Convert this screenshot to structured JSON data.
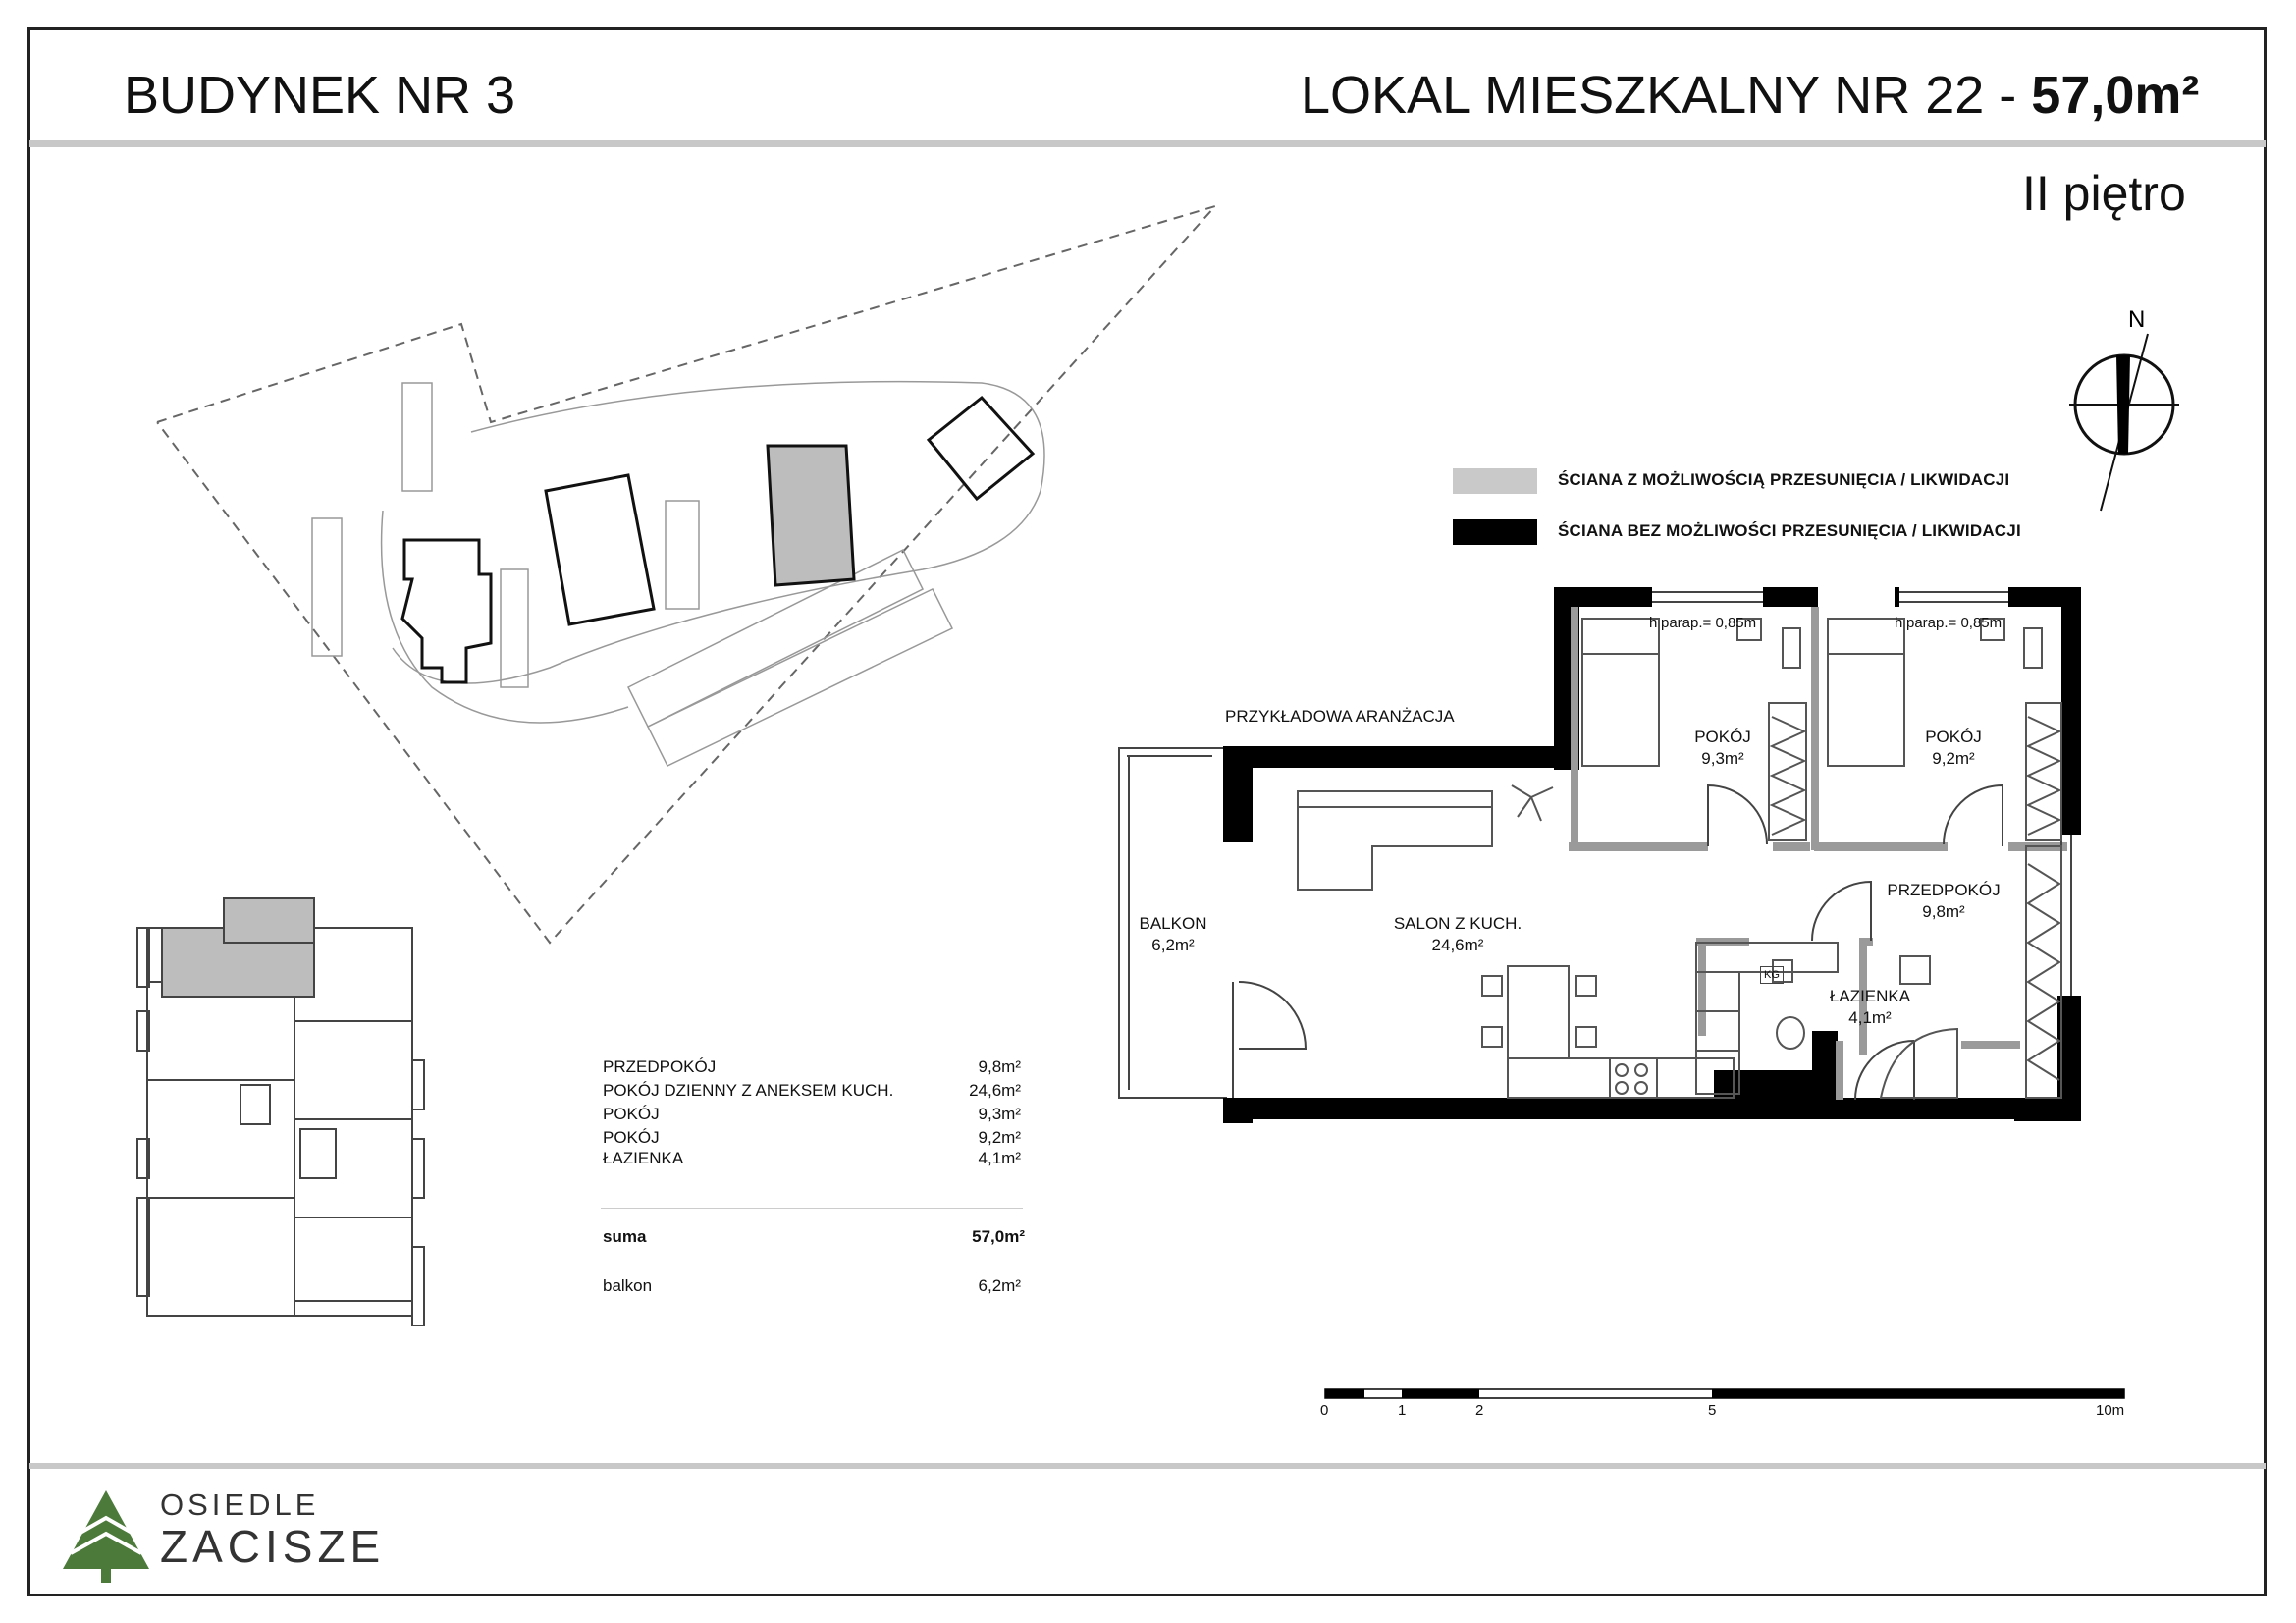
{
  "header": {
    "building": "BUDYNEK NR 3",
    "unit_prefix": "LOKAL MIESZKALNY NR 22 - ",
    "unit_area": "57,0m²",
    "floor": "II piętro"
  },
  "compass": {
    "north": "N"
  },
  "legend": {
    "movable": {
      "label": "ŚCIANA Z MOŻLIWOŚCIĄ PRZESUNIĘCIA / LIKWIDACJI",
      "color": "#c9c9c9"
    },
    "fixed": {
      "label": "ŚCIANA BEZ MOŻLIWOŚCI PRZESUNIĘCIA / LIKWIDACJI",
      "color": "#000000"
    }
  },
  "plan": {
    "caption": "PRZYKŁADOWA ARANŻACJA",
    "sill_1": "parap.= 0,85m",
    "sill_2": "parap.= 0,85m",
    "sill_prefix": "h",
    "kg": "KG",
    "rooms": {
      "balkon": {
        "name": "BALKON",
        "area": "6,2m²"
      },
      "salon": {
        "name": "SALON Z KUCH.",
        "area": "24,6m²"
      },
      "pokoj1": {
        "name": "POKÓJ",
        "area": "9,3m²"
      },
      "pokoj2": {
        "name": "POKÓJ",
        "area": "9,2m²"
      },
      "przedpokoj": {
        "name": "PRZEDPOKÓJ",
        "area": "9,8m²"
      },
      "lazienka": {
        "name": "ŁAZIENKA",
        "area": "4,1m²"
      }
    }
  },
  "area_table": {
    "rows": [
      {
        "name": "PRZEDPOKÓJ",
        "area": "9,8m²"
      },
      {
        "name": "POKÓJ DZIENNY Z ANEKSEM KUCH.",
        "area": "24,6m²"
      },
      {
        "name": "POKÓJ",
        "area": "9,3m²"
      },
      {
        "name": "POKÓJ",
        "area": "9,2m²"
      },
      {
        "name": "ŁAZIENKA",
        "area": "4,1m²"
      }
    ],
    "total_label": "suma",
    "total_value": "57,0m²",
    "balcony_label": "balkon",
    "balcony_value": "6,2m²"
  },
  "scale": {
    "labels": [
      "0",
      "1",
      "2",
      "5",
      "10m"
    ]
  },
  "logo": {
    "line1": "OSIEDLE",
    "line2": "ZACISZE",
    "tree_color": "#4c7a3a"
  }
}
